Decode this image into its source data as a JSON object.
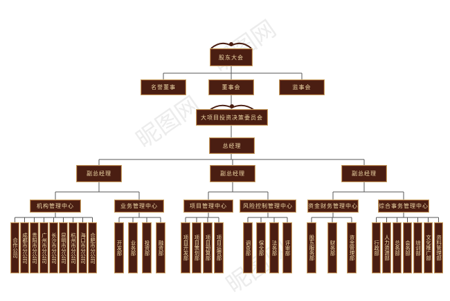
{
  "top": {
    "label": "股东大会"
  },
  "level2": [
    {
      "label": "名誉董事"
    },
    {
      "label": "董事会"
    },
    {
      "label": "监事会"
    }
  ],
  "committee": {
    "label": "大项目投资决策委员会"
  },
  "gm": {
    "label": "总经理"
  },
  "vps": [
    {
      "label": "副总经理"
    },
    {
      "label": "副总经理"
    },
    {
      "label": "副总经理"
    }
  ],
  "centers": [
    {
      "label": "机构管理中心",
      "depts": [
        "合作公司",
        "成都市分公司",
        "贵阳市分公司",
        "广州市分公司",
        "长沙市分公司",
        "昆明市分公司",
        "杭州市分公司",
        "海口市分公司",
        "合肥市分公司"
      ]
    },
    {
      "label": "业务管理中心",
      "depts": [
        "开发部",
        "业务部",
        "投资部",
        "融资部"
      ]
    },
    {
      "label": "项目管理中心",
      "depts": [
        "项目开发部",
        "项目策划部",
        "项目预算部",
        "项目运营部"
      ]
    },
    {
      "label": "风险控制管理中心",
      "depts": [
        "调查部",
        "保全部",
        "法务部",
        "评审部"
      ]
    },
    {
      "label": "资金财务管理中心",
      "depts": [
        "股东服务部",
        "财务部",
        "资金管理部"
      ]
    },
    {
      "label": "综合事务管理中心",
      "depts": [
        "行政部",
        "人力资源部",
        "总务部",
        "会务部",
        "培训部",
        "文化推广部",
        "资料管理部"
      ]
    }
  ],
  "watermark": [
    "昵图网",
    "昵图网",
    "昵图网"
  ],
  "colors": {
    "box": "#4a1e12",
    "border": "#c9a464",
    "text": "#f0d9a8",
    "line": "#555555"
  }
}
